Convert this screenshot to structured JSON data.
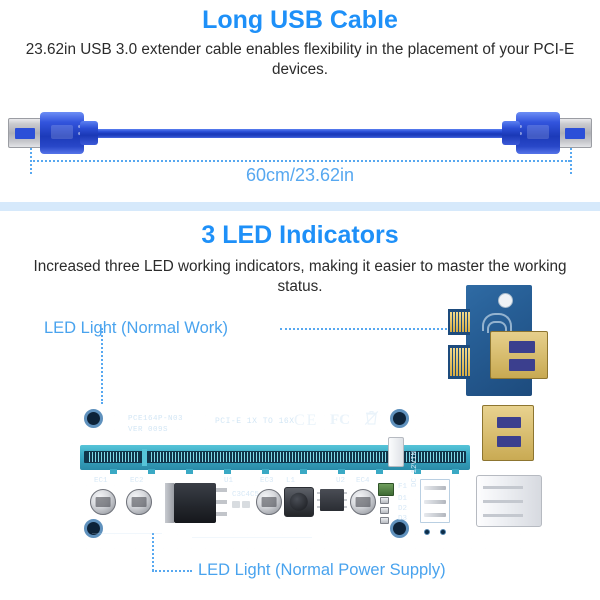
{
  "section_one": {
    "heading": "Long USB Cable",
    "description": "23.62in USB 3.0 extender cable enables flexibility in the placement of your PCI-E devices.",
    "measure_label": "60cm/23.62in",
    "heading_color": "#1E90F8",
    "accent_color": "#57A8F0",
    "connector_left_name": "usb-a-connector-left",
    "connector_right_name": "usb-a-connector-right"
  },
  "section_two": {
    "heading": "3 LED Indicators",
    "description": "Increased three LED working indicators, making it easier to master the working status.",
    "callout_top": "LED Light (Normal Work)",
    "callout_bottom": "LED Light (Normal Power Supply)",
    "heading_color": "#1E90F8",
    "callout_color": "#49A3EE"
  },
  "board": {
    "silkscreen": {
      "model": "PCE164P-N03",
      "version": "VER  009S",
      "spec": "PCI-E  1X  TO  16X"
    },
    "certifications": [
      {
        "name": "ce-mark",
        "label": "CE"
      },
      {
        "name": "fcc-mark",
        "label": "FC"
      },
      {
        "name": "weee-mark",
        "label": "WEEE"
      }
    ],
    "component_labels": {
      "ec1": "EC1",
      "ec2": "EC2",
      "u1": "U1",
      "c345": "C3C4C5",
      "ec3": "EC3",
      "l1": "L1",
      "u2": "U2",
      "ec4": "EC4",
      "f1": "F1",
      "d1": "D1",
      "d2": "D2",
      "d3": "D3",
      "dc_in": "DC 12VIN",
      "cn1": "CN1",
      "j1": "J1"
    }
  }
}
